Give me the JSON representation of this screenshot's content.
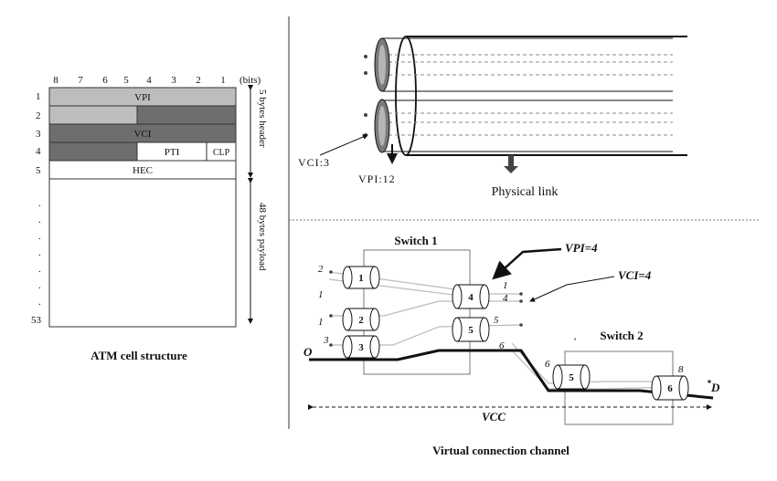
{
  "atm_cell": {
    "bit_numbers": [
      "8",
      "7",
      "6",
      "5",
      "4",
      "3",
      "2",
      "1"
    ],
    "bits_unit": "(bits)",
    "row_numbers": [
      "1",
      "2",
      "3",
      "4",
      "5"
    ],
    "dots": [
      ".",
      ".",
      ".",
      ".",
      ".",
      ".",
      "."
    ],
    "last_row_number": "53",
    "field_vpi": "VPI",
    "field_vci": "VCI",
    "field_pti": "PTI",
    "field_clp": "CLP",
    "field_hec": "HEC",
    "header_label": "5 bytes header",
    "payload_label": "48 bytes payload",
    "caption": "ATM cell structure",
    "colors": {
      "light_gray": "#bdbdbd",
      "dark_gray": "#6e6e6e"
    }
  },
  "physical": {
    "vci_label": "VCI:3",
    "vpi_label": "VPI:12",
    "link_label": "Physical link"
  },
  "network": {
    "switch1_label": "Switch 1",
    "switch2_label": "Switch 2",
    "vpi_callout": "VPI=4",
    "vci_callout": "VCI=4",
    "cyl_numbers": [
      "1",
      "2",
      "3",
      "4",
      "5",
      "5",
      "6"
    ],
    "line_numbers": [
      "2",
      "1",
      "1",
      "3",
      "1",
      "4",
      "5",
      "6",
      "6",
      "8"
    ],
    "origin_label": "O",
    "dest_label": "D",
    "vcc_label": "VCC",
    "tick_mark": "'",
    "caption": "Virtual connection channel"
  }
}
